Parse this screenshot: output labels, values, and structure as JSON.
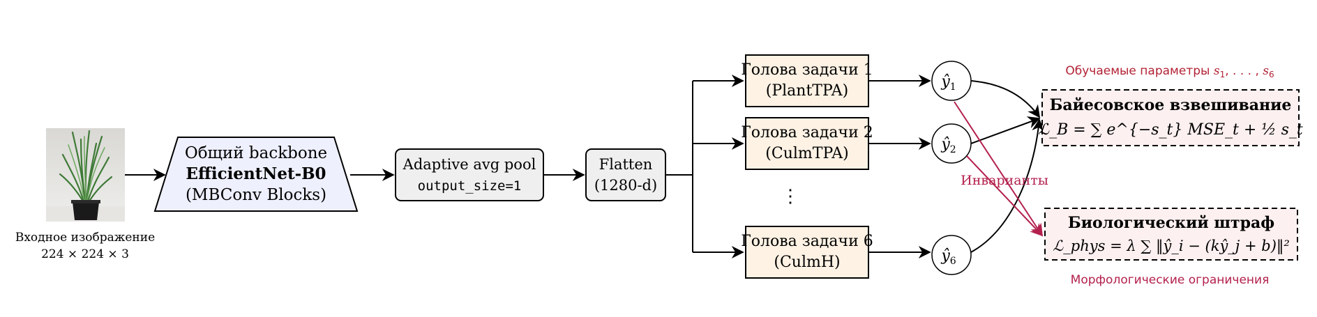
{
  "input": {
    "caption_line1": "Входное изображение",
    "caption_line2": "224 × 224 × 3"
  },
  "backbone": {
    "line1": "Общий backbone",
    "line2": "EfficientNet-B0",
    "line3": "(MBConv Blocks)",
    "fill": "#eef0fd"
  },
  "pool": {
    "line1": "Adaptive avg pool",
    "line2": "output_size=1",
    "fill": "#efefef"
  },
  "flatten": {
    "line1": "Flatten",
    "line2": "(1280-d)",
    "fill": "#efefef"
  },
  "heads": {
    "fill": "#fdf2e4",
    "items": [
      {
        "line1": "Голова задачи 1",
        "line2": "(PlantTPA)"
      },
      {
        "line1": "Голова задачи 2",
        "line2": "(CulmTPA)"
      },
      {
        "line1": "Голова задачи 6",
        "line2": "(CulmH)"
      }
    ],
    "ellipsis": "⋮"
  },
  "outputs": {
    "y1": {
      "base": "ŷ",
      "sub": "1"
    },
    "y2": {
      "base": "ŷ",
      "sub": "2"
    },
    "y6": {
      "base": "ŷ",
      "sub": "6"
    }
  },
  "bayes": {
    "caption": "Обучаемые параметры ",
    "caption_math": "s",
    "caption_sub1": "1",
    "caption_mid": ", . . . , ",
    "caption_math2": "s",
    "caption_sub2": "6",
    "title": "Байесовское взвешивание",
    "formula": "ℒ_B = ∑ e^{−s_t} MSE_t + ½ s_t",
    "fill": "#fdf0f0",
    "caption_color": "#b22234"
  },
  "bio": {
    "title": "Биологический штраф",
    "formula": "ℒ_phys = λ ∑ ‖ŷ_i − (kŷ_j + b)‖²",
    "caption": "Морфологические ограничения",
    "invariants_label": "Инварианты",
    "fill": "#fdf0f0",
    "accent": "#b3204d"
  }
}
